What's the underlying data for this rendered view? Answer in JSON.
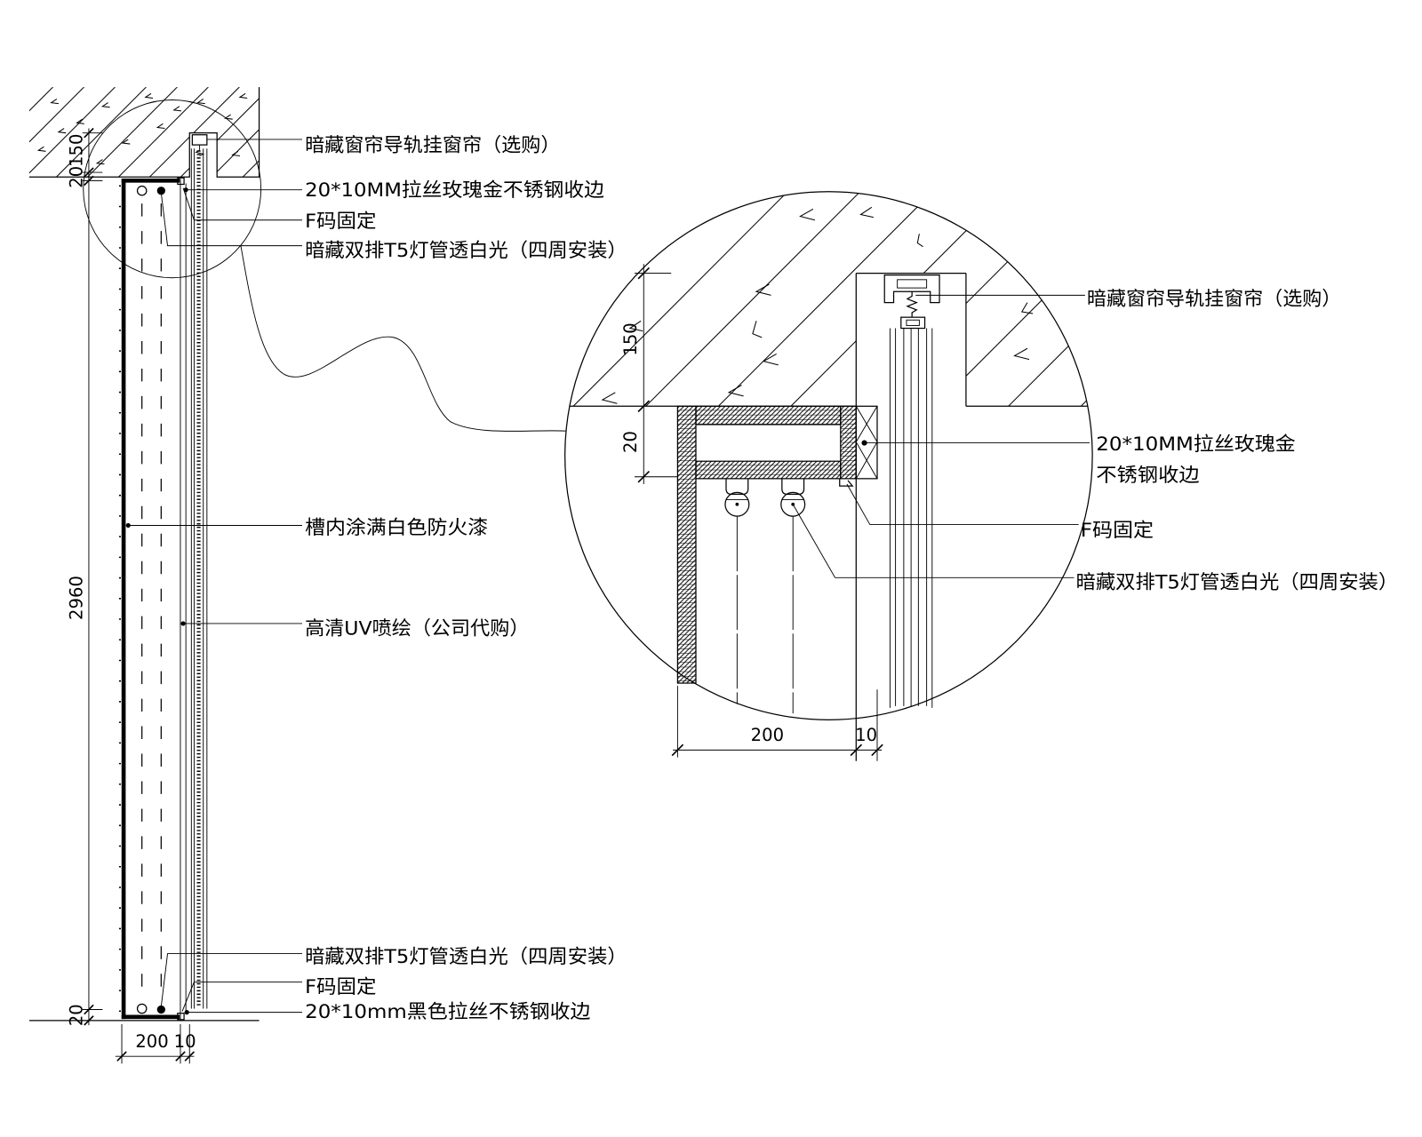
{
  "overview": {
    "labels": {
      "curtain_track": "暗藏窗帘导轨挂窗帘（选购）",
      "rose_gold_trim": "20*10MM拉丝玫瑰金不锈钢收边",
      "f_clip_top": "F码固定",
      "t5_lamp_top": "暗藏双排T5灯管透白光（四周安装）",
      "fireproof_paint": "槽内涂满白色防火漆",
      "uv_print": "高清UV喷绘（公司代购）",
      "t5_lamp_bottom": "暗藏双排T5灯管透白光（四周安装）",
      "f_clip_bottom": "F码固定",
      "black_trim": "20*10mm黑色拉丝不锈钢收边"
    },
    "dimensions": {
      "pocket": "150",
      "top_frame": "20",
      "height": "2960",
      "bottom_frame": "20",
      "depth": "200",
      "trim": "10"
    }
  },
  "detail": {
    "labels": {
      "curtain_track": "暗藏窗帘导轨挂窗帘（选购）",
      "rose_gold_trim_line1": "20*10MM拉丝玫瑰金",
      "rose_gold_trim_line2": "不锈钢收边",
      "f_clip": "F码固定",
      "t5_lamp": "暗藏双排T5灯管透白光（四周安装）"
    },
    "dimensions": {
      "pocket": "150",
      "frame": "20",
      "depth": "200",
      "trim": "10"
    }
  },
  "colors": {
    "line": "#000000",
    "background": "#ffffff"
  }
}
